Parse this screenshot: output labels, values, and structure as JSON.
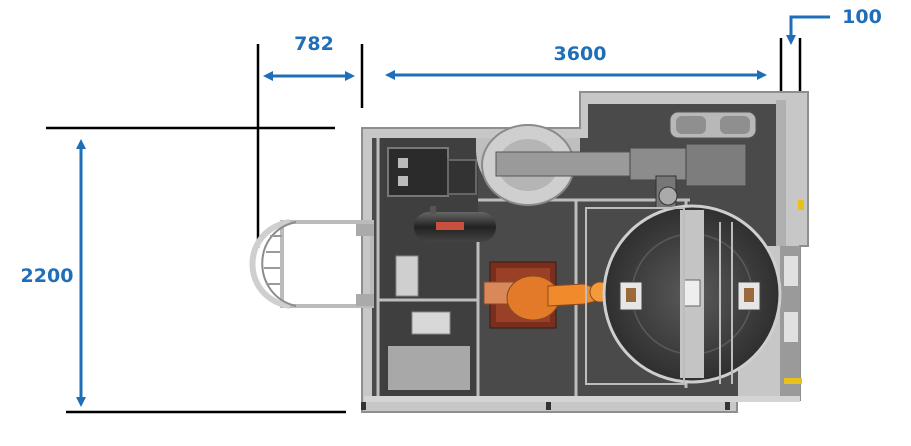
{
  "dimensions": {
    "top_left_width": "782",
    "top_main_width": "3600",
    "top_right_offset": "100",
    "left_height": "2200"
  },
  "colors": {
    "dimension_blue": "#1f6fb8",
    "frame_gray": "#c9c9c9",
    "floor_dark": "#4a4a4a",
    "robot_orange": "#e27a2a",
    "pallet_red": "#7a2e1d",
    "line_black": "#000000"
  },
  "icons": {
    "robot": "industrial-robot-arm-icon",
    "turntable": "rotary-turntable-icon",
    "door": "safety-door-icon",
    "welder": "welding-positioner-icon",
    "tank": "gas-tank-icon"
  }
}
